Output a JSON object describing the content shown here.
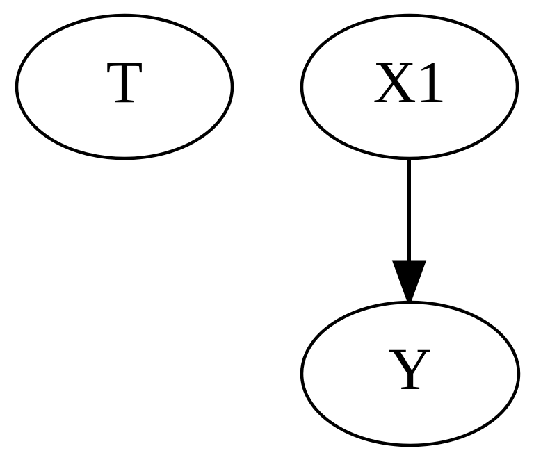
{
  "diagram": {
    "type": "directed-graph",
    "description": "Causal graph with three ellipse nodes; X1 has a directed edge to Y; T is isolated.",
    "colors": {
      "background": "#ffffff",
      "node_fill": "#ffffff",
      "node_stroke": "#000000",
      "edge_color": "#000000",
      "label_color": "#000000"
    },
    "nodes": [
      {
        "id": "T",
        "label": "T"
      },
      {
        "id": "X1",
        "label": "X1"
      },
      {
        "id": "Y",
        "label": "Y"
      }
    ],
    "edges": [
      {
        "from": "X1",
        "to": "Y",
        "directed": true
      }
    ]
  }
}
